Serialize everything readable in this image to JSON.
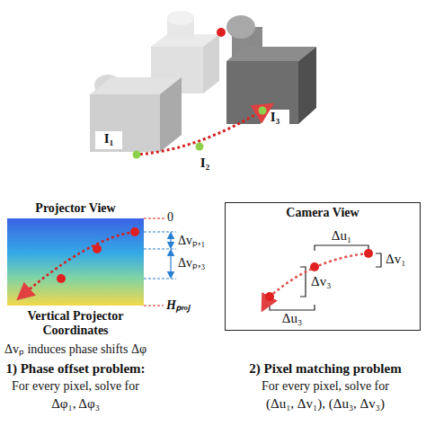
{
  "diagram": {
    "nodes": [
      {
        "text": [
          "Projector View"
        ]
      },
      {
        "text": [
          "Camera View"
        ]
      }
    ],
    "labels": [
      "I₁",
      "I₂",
      "I₃",
      "0",
      "Δvₚ,₁",
      "Δvₚ,₃",
      "Vertical Projector Coordinates",
      "Hₚᵣₒⱼ",
      "Δvₚ induces phase shifts Δφ",
      "1) Phase offset problem:",
      "For every pixel, solve for",
      "Δφ₁, Δφ₃",
      "Δu₁",
      "Δv₁",
      "Δv₃",
      "Δu₃",
      "2) Pixel matching problem",
      "For every pixel, solve for",
      "(Δu₁, Δv₁), (Δu₃, Δv₃)"
    ]
  }
}
